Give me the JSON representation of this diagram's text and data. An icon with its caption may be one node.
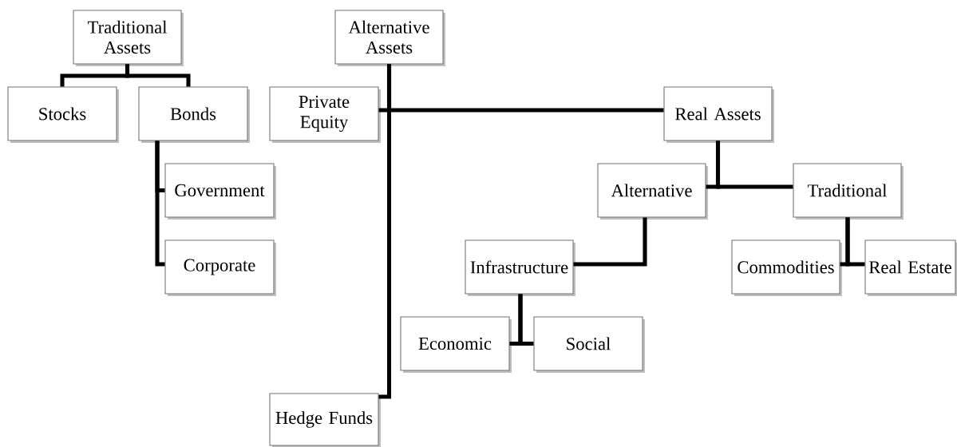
{
  "diagram": {
    "nodes": [
      {
        "text": [
          "Traditional Assets"
        ]
      },
      {
        "text": [
          "Stocks"
        ]
      },
      {
        "text": [
          "Bonds"
        ]
      },
      {
        "text": [
          "Government"
        ]
      },
      {
        "text": [
          "Corporate"
        ]
      },
      {
        "text": [
          "Alternative Assets"
        ]
      },
      {
        "text": [
          "Private Equity"
        ]
      },
      {
        "text": [
          "Real Assets"
        ]
      },
      {
        "text": [
          "Alternative"
        ]
      },
      {
        "text": [
          "Traditional"
        ]
      },
      {
        "text": [
          "Infrastructure"
        ]
      },
      {
        "text": [
          "Commodities"
        ]
      },
      {
        "text": [
          "Real Estate"
        ]
      },
      {
        "text": [
          "Economic"
        ]
      },
      {
        "text": [
          "Social"
        ]
      },
      {
        "text": [
          "Hedge Funds"
        ]
      }
    ],
    "edges": [
      {
        "from": 0,
        "to": 1,
        "arrow": "none"
      },
      {
        "from": 0,
        "to": 2,
        "arrow": "none"
      },
      {
        "from": 2,
        "to": 3,
        "arrow": "none"
      },
      {
        "from": 2,
        "to": 4,
        "arrow": "none"
      },
      {
        "from": 5,
        "to": 6,
        "arrow": "none"
      },
      {
        "from": 5,
        "to": 7,
        "arrow": "none"
      },
      {
        "from": 5,
        "to": 15,
        "arrow": "none"
      },
      {
        "from": 7,
        "to": 8,
        "arrow": "none"
      },
      {
        "from": 7,
        "to": 9,
        "arrow": "none"
      },
      {
        "from": 8,
        "to": 10,
        "arrow": "none"
      },
      {
        "from": 9,
        "to": 11,
        "arrow": "none"
      },
      {
        "from": 9,
        "to": 12,
        "arrow": "none"
      },
      {
        "from": 10,
        "to": 13,
        "arrow": "none"
      },
      {
        "from": 10,
        "to": 14,
        "arrow": "none"
      }
    ]
  }
}
